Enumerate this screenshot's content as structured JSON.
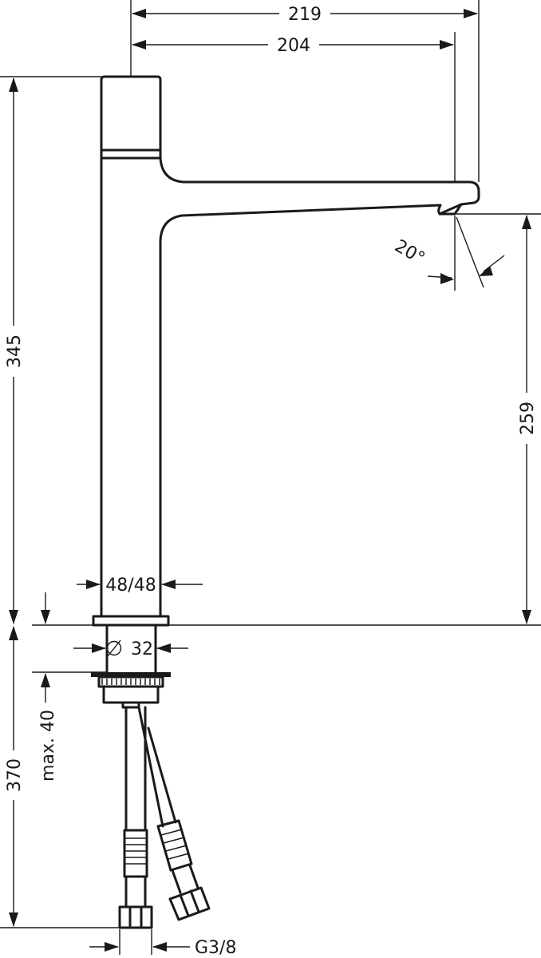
{
  "dimensions": {
    "width_outer": "219",
    "width_spout": "204",
    "total_height": "345",
    "spout_height": "259",
    "spray_angle": "20°",
    "body_size": "48/48",
    "mount_diameter": "32",
    "counter_thickness": "max. 40",
    "hose_length": "370",
    "thread": "G3/8"
  },
  "colors": {
    "line": "#1a1a1a",
    "background": "#ffffff"
  }
}
